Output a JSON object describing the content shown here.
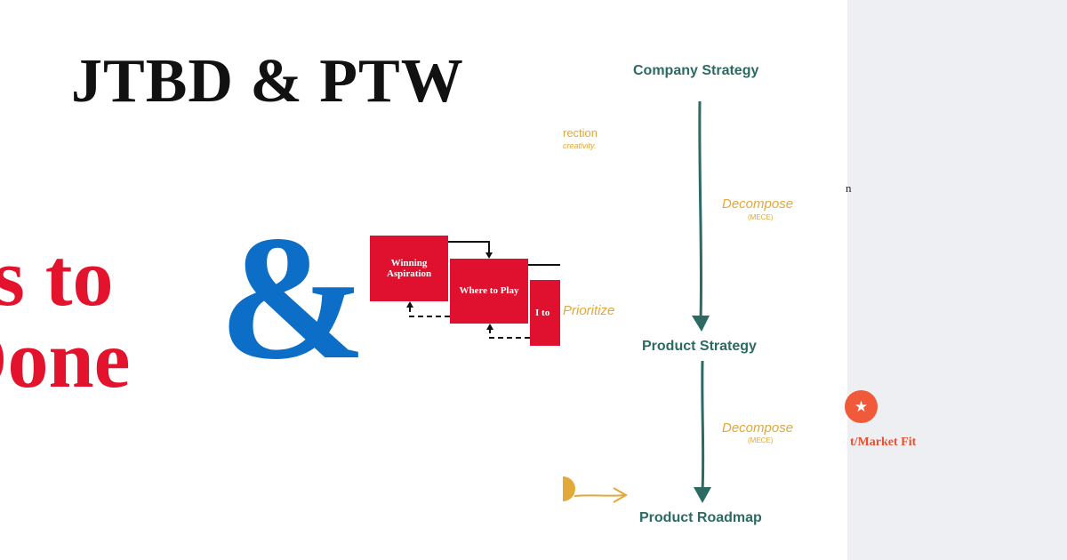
{
  "left": {
    "title": "JTBD & PTW",
    "fragment_line1": "s to",
    "fragment_line2": "Done",
    "ampersand": "&",
    "ptw_boxes": [
      "Winning Aspiration",
      "Where to Play",
      "I to"
    ]
  },
  "flow": {
    "nodes": [
      "Company Strategy",
      "Product Strategy",
      "Product Roadmap"
    ],
    "decompose_label": "Decompose",
    "decompose_note": "(MECE)",
    "side_fragments": {
      "direction": "rection",
      "creativity": "creativity.",
      "prioritize": "Prioritize"
    }
  },
  "right": {
    "fragment_text": "n",
    "badge_icon": "star-icon",
    "fit_label": "t/Market Fit"
  },
  "colors": {
    "teal": "#2c6a63",
    "orange": "#e2a83a",
    "red": "#e3132d",
    "blue": "#0c6ec7",
    "badge": "#f05a3a",
    "panel": "#eeeff3"
  }
}
